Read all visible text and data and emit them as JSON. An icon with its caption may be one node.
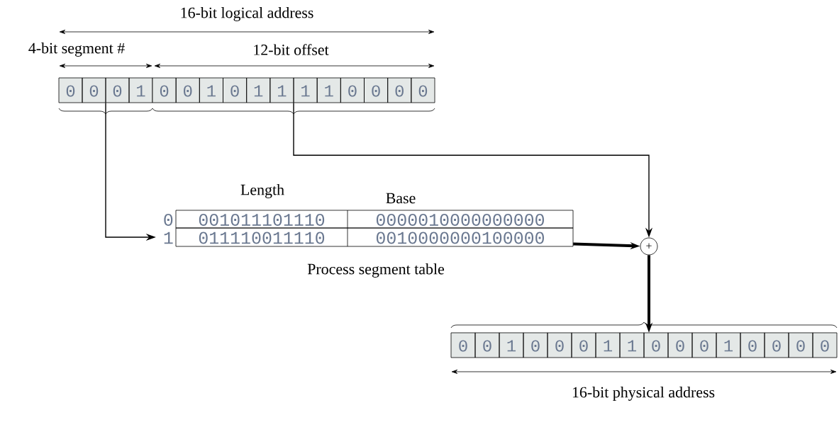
{
  "diagram": {
    "nodes": [
      {
        "text": [
          "0",
          "0",
          "0",
          "1"
        ]
      },
      {
        "text": [
          "0",
          "0",
          "1",
          "0",
          "1",
          "1",
          "1",
          "1",
          "0",
          "0",
          "0",
          "0"
        ]
      },
      {
        "text": [
          "0",
          "001011101110",
          "0000010000000000"
        ]
      },
      {
        "text": [
          "1",
          "011110011110",
          "0010000000100000"
        ]
      },
      {
        "text": [
          "+"
        ]
      },
      {
        "text": [
          "0",
          "0",
          "1",
          "0",
          "0",
          "0",
          "1",
          "1",
          "0",
          "0",
          "0",
          "1",
          "0",
          "0",
          "0",
          "0"
        ]
      }
    ],
    "edges": [
      {
        "from": 0,
        "to": 3,
        "arrow": "to"
      },
      {
        "from": 1,
        "to": 4,
        "arrow": "to"
      },
      {
        "from": 3,
        "to": 4,
        "arrow": "to",
        "style": "thick"
      },
      {
        "from": 4,
        "to": 5,
        "arrow": "to",
        "style": "thick"
      }
    ],
    "labels": [
      "16-bit logical address",
      "4-bit segment #",
      "12-bit offset",
      "Length",
      "Base",
      "Process segment table",
      "16-bit physical address"
    ]
  }
}
